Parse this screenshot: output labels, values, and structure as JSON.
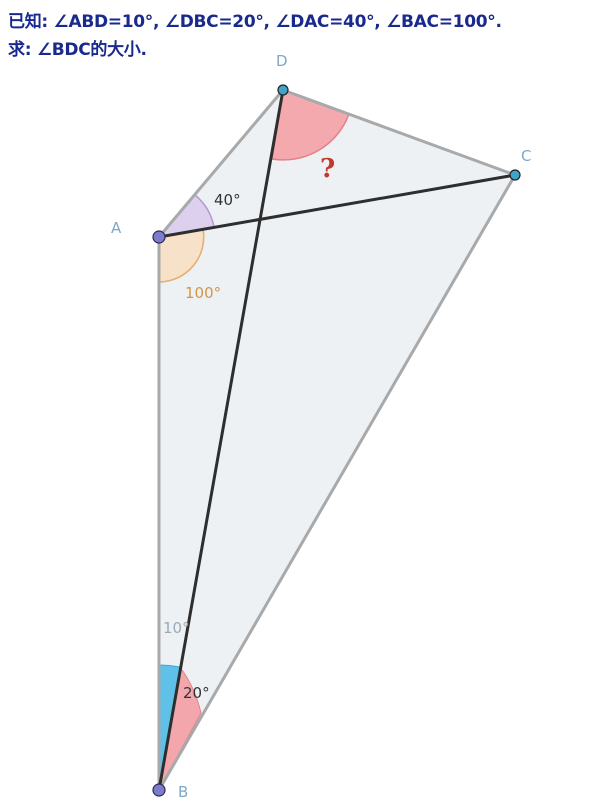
{
  "problem": {
    "given": "已知: ∠ABD=10°, ∠DBC=20°, ∠DAC=40°, ∠BAC=100°.",
    "ask": "求: ∠BDC的大小."
  },
  "points": {
    "A": "A",
    "B": "B",
    "C": "C",
    "D": "D"
  },
  "angle_labels": {
    "dac": "40°",
    "bac": "100°",
    "abd": "10°",
    "dbc": "20°",
    "bdc": "?"
  },
  "colors": {
    "fill": "#eef1f4",
    "edge": "#a7a9ab",
    "diagonal": "#2e2e2e",
    "point_fill": "#7c7ccb",
    "point_small": "#3fa4c8",
    "red_wedge": "#f09aa0",
    "purple_wedge": "#d9c9ec",
    "orange_wedge": "#f6dcc0",
    "blue_wedge": "#5fc0e8",
    "red_text": "#c0392b",
    "orange_text": "#d2954a",
    "gray_text": "#9aaab8"
  }
}
